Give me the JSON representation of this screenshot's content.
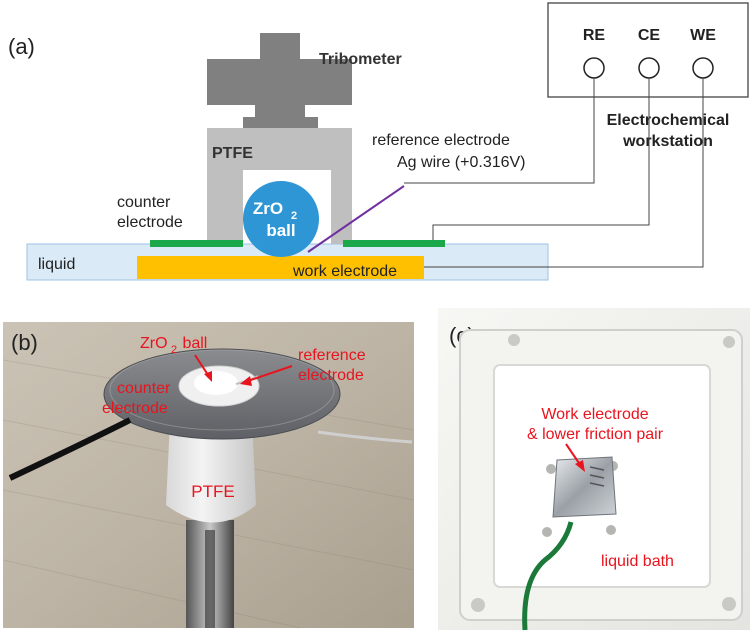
{
  "panel_a": {
    "tag": "(a)",
    "tribometer": "Tribometer",
    "ptfe": "PTFE",
    "ball_line1": "ZrO",
    "ball_sub": "2",
    "ball_line2": "ball",
    "ref_line1": "reference electrode",
    "ref_line2": "Ag wire (+0.316V)",
    "counter_line1": "counter",
    "counter_line2": "electrode",
    "liquid": "liquid",
    "work": "work electrode",
    "ws_re": "RE",
    "ws_ce": "CE",
    "ws_we": "WE",
    "ws_line1": "Electrochemical",
    "ws_line2": "workstation"
  },
  "panel_b": {
    "tag": "(b)",
    "ball_prefix": "ZrO",
    "ball_sub": "2",
    "ball_suffix": " ball",
    "ref_line1": "reference",
    "ref_line2": "electrode",
    "counter_line1": "counter",
    "counter_line2": "electrode",
    "ptfe": "PTFE"
  },
  "panel_c": {
    "tag": "(c)",
    "work_line1": "Work electrode",
    "work_line2": "& lower friction pair",
    "bath": "liquid bath"
  },
  "colors": {
    "gray_block": "#808080",
    "ptfe_gray": "#bfbfbf",
    "ball_blue": "#2e96d4",
    "liquid_blue": "#daeaf6",
    "electrode_green": "#1aa84a",
    "work_orange": "#ffc000",
    "red_label": "#e8141e",
    "lead_purple": "#7030a0"
  }
}
